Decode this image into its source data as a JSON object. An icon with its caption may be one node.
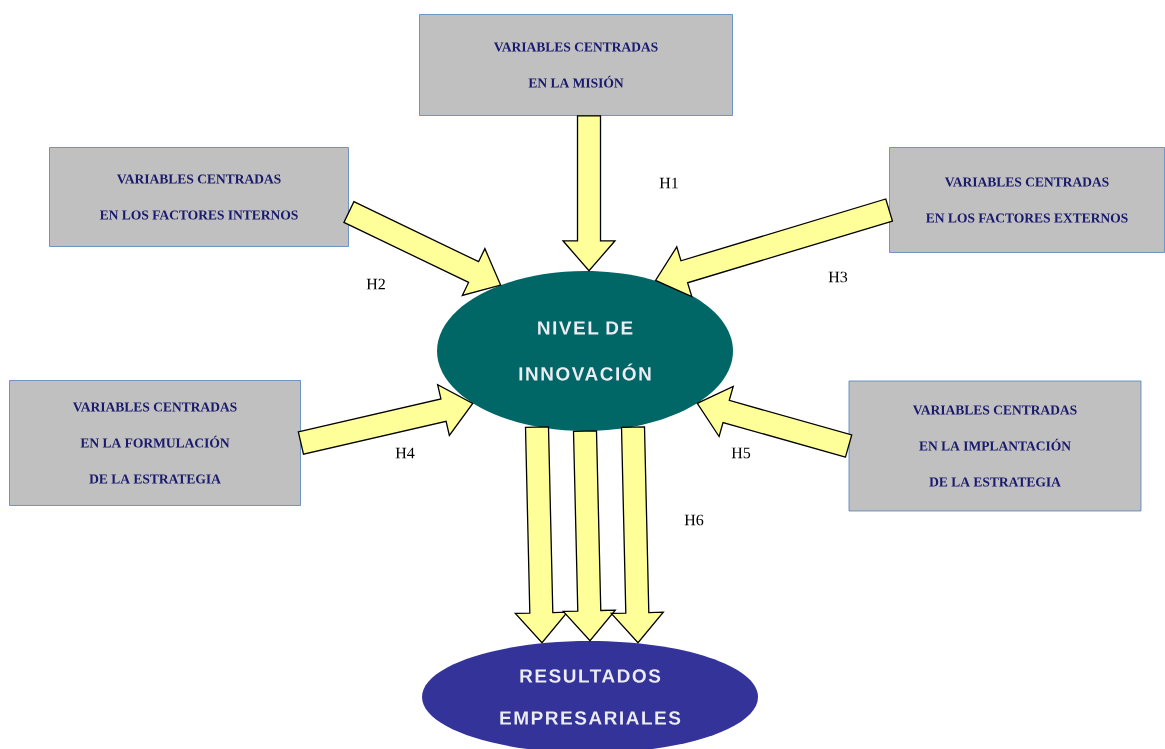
{
  "diagram": {
    "nodes": [
      {
        "text": [
          "VARIABLES CENTRADAS",
          "EN LA MISIÓN"
        ]
      },
      {
        "text": [
          "VARIABLES CENTRADAS",
          "EN LOS FACTORES INTERNOS"
        ]
      },
      {
        "text": [
          "VARIABLES CENTRADAS",
          "EN LOS FACTORES EXTERNOS"
        ]
      },
      {
        "text": [
          "NIVEL DE INNOVACIÓN"
        ]
      },
      {
        "text": [
          "VARIABLES CENTRADAS",
          "EN LA FORMULACIÓN",
          "DE LA ESTRATEGIA"
        ]
      },
      {
        "text": [
          "VARIABLES CENTRADAS",
          "EN LA IMPLANTACIÓN",
          "DE LA ESTRATEGIA"
        ]
      },
      {
        "text": [
          "RESULTADOS EMPRESARIALES"
        ]
      }
    ],
    "edges": [
      {
        "from": 0,
        "to": 3,
        "arrow": "to",
        "label": "H1"
      },
      {
        "from": 1,
        "to": 3,
        "arrow": "to",
        "label": "H2"
      },
      {
        "from": 2,
        "to": 3,
        "arrow": "to",
        "label": "H3"
      },
      {
        "from": 4,
        "to": 3,
        "arrow": "to",
        "label": "H4"
      },
      {
        "from": 5,
        "to": 3,
        "arrow": "to",
        "label": "H5"
      },
      {
        "from": 3,
        "to": 6,
        "arrow": "to"
      },
      {
        "from": 3,
        "to": 6,
        "arrow": "to"
      },
      {
        "from": 3,
        "to": 6,
        "arrow": "to",
        "label": "H6"
      }
    ]
  }
}
